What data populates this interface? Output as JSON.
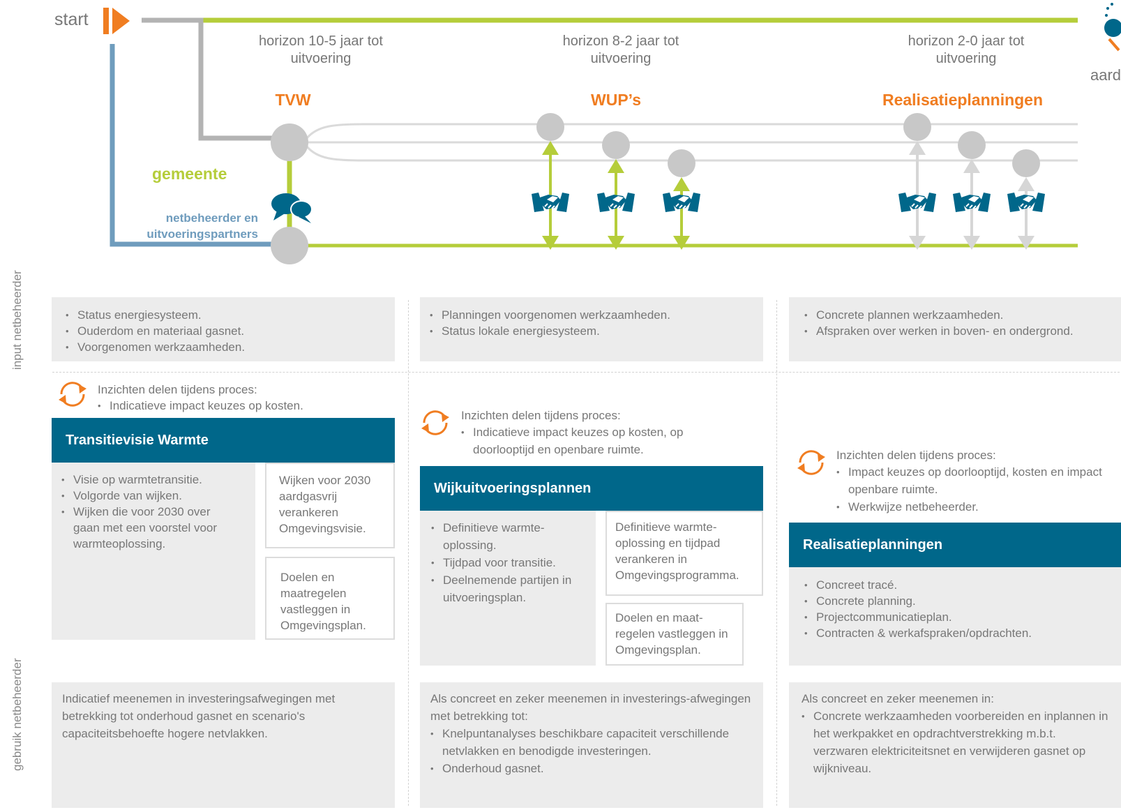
{
  "timeline": {
    "start_label": "start",
    "end_label": "aardgasvrij",
    "horizons": [
      "horizon 10-5 jaar tot uitvoering",
      "horizon 8-2 jaar tot uitvoering",
      "horizon 2-0 jaar tot uitvoering"
    ],
    "phases": [
      "TVW",
      "WUP’s",
      "Realisatieplanningen"
    ],
    "lanes": {
      "gemeente": "gemeente",
      "netbeheerder": "netbeheerder en uitvoeringspartners"
    }
  },
  "row_labels": {
    "input": "input netbeheerder",
    "gebruik": "gebruik netbeheerder"
  },
  "columns": [
    {
      "input": [
        "Status energiesysteem.",
        "Ouderdom en materiaal gasnet.",
        "Voorgenomen werkzaamheden."
      ],
      "insights_title": "Inzichten delen tijdens proces:",
      "insights": [
        "Indicatieve impact keuzes op kosten."
      ],
      "banner": "Transitievisie Warmte",
      "content": [
        "Visie op warmtetransitie.",
        "Volgorde van wijken.",
        "Wijken die voor 2030 over gaan met een voorstel voor warmteoplossing."
      ],
      "side_boxes": [
        "Wijken voor 2030 aardgasvrij verankeren Omgevingsvisie.",
        "Doelen en maatregelen vastleggen in Omgevingsplan."
      ],
      "usage_intro": "Indicatief meenemen in investeringsafwegingen met betrekking tot onderhoud gasnet en scenario's capaciteitsbehoefte hogere netvlakken.",
      "usage": []
    },
    {
      "input": [
        "Planningen voorgenomen werkzaamheden.",
        "Status lokale energiesysteem."
      ],
      "insights_title": "Inzichten delen tijdens proces:",
      "insights": [
        "Indicatieve impact keuzes op kosten, op doorlooptijd en openbare ruimte."
      ],
      "banner": "Wijkuitvoeringsplannen",
      "content": [
        "Definitieve warmte-oplossing.",
        "Tijdpad voor transitie.",
        "Deelnemende partijen in uitvoeringsplan."
      ],
      "side_boxes": [
        "Definitieve warmte-oplossing en tijdpad verankeren in Omgevingsprogramma.",
        "Doelen en maat-regelen vastleggen in Omgevingsplan."
      ],
      "usage_intro": "Als concreet en zeker meenemen in investerings-afwegingen met betrekking tot:",
      "usage": [
        "Knelpuntanalyses beschikbare capaciteit verschillende netvlakken en benodigde investeringen.",
        "Onderhoud gasnet."
      ]
    },
    {
      "input": [
        "Concrete plannen werkzaamheden.",
        "Afspraken over werken in boven- en ondergrond."
      ],
      "insights_title": "Inzichten delen tijdens proces:",
      "insights": [
        "Impact keuzes op doorlooptijd, kosten en impact openbare ruimte.",
        "Werkwijze netbeheerder."
      ],
      "banner": "Realisatieplanningen",
      "content": [
        "Concreet tracé.",
        "Concrete planning.",
        "Projectcommunicatieplan.",
        "Contracten & werkafspraken/opdrachten."
      ],
      "side_boxes": [],
      "usage_intro": "Als concreet en zeker meenemen in:",
      "usage": [
        "Concrete werkzaamheden voorbereiden en inplannen in het werkpakket en opdrachtverstrekking m.b.t. verzwaren elektriciteitsnet en verwijderen gasnet op wijkniveau."
      ]
    }
  ],
  "colors": {
    "orange": "#f07d21",
    "green": "#b5cd3a",
    "blue": "#6f9cbd",
    "teal": "#00678a",
    "grey": "#c8c8c8"
  },
  "icons": [
    "start-arrow-icon",
    "chat-icon",
    "handshake-icon",
    "refresh-icon",
    "aardgasvrij-icon"
  ]
}
